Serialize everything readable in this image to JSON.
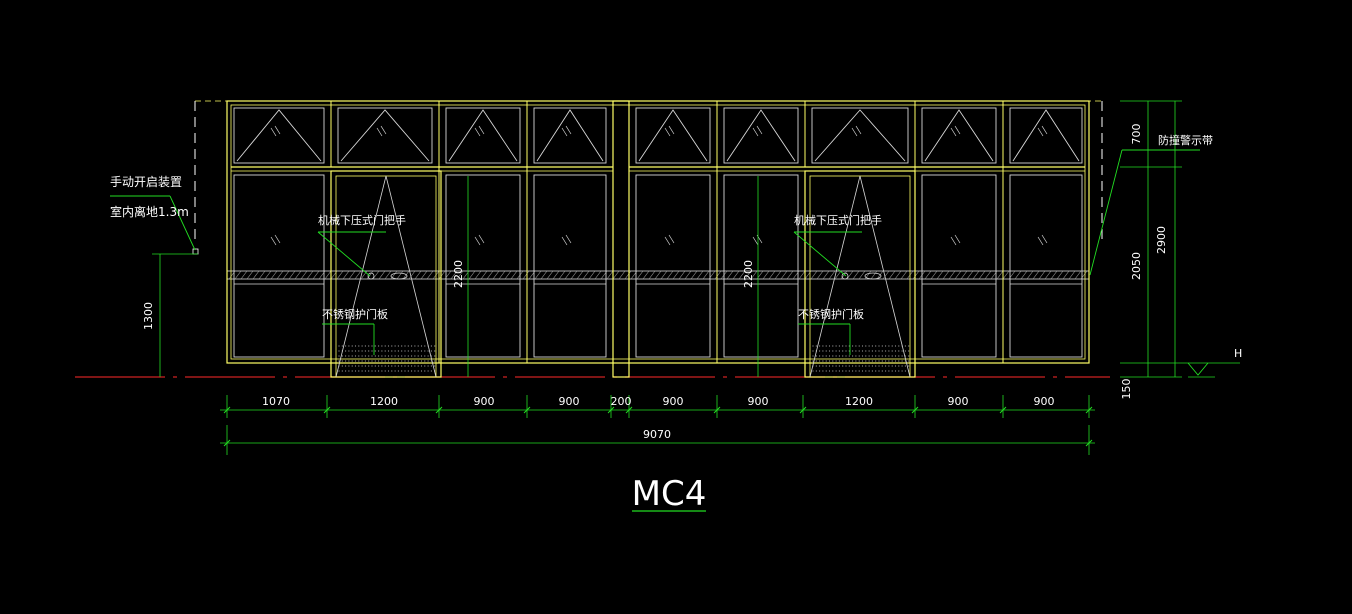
{
  "drawing": {
    "title": "MC4",
    "colors": {
      "frame": "#ffff66",
      "glass": "#d8d8d8",
      "dimension": "#22dd22",
      "text": "#ffffff",
      "ground": "#cc2222",
      "hatch": "#999999",
      "background": "#000000"
    },
    "annotations": {
      "manual_open_device": "手动开启装置",
      "height_above_floor": "室内离地1.3m",
      "handle_left": "机械下压式门把手",
      "handle_right": "机械下压式门把手",
      "kickplate_left": "不锈钢护门板",
      "kickplate_right": "不锈钢护门板",
      "anti_collision_strip": "防撞警示带",
      "level_mark": "H"
    },
    "dimensions": {
      "bottom_segments": [
        "1070",
        "1200",
        "900",
        "900",
        "200",
        "900",
        "900",
        "1200",
        "900",
        "900"
      ],
      "overall_width": "9070",
      "door_height_left": "2200",
      "door_height_right": "2200",
      "device_height": "1300",
      "transom": "700",
      "lower_panel": "2050",
      "total_height": "2900",
      "base_offset": "150"
    }
  }
}
